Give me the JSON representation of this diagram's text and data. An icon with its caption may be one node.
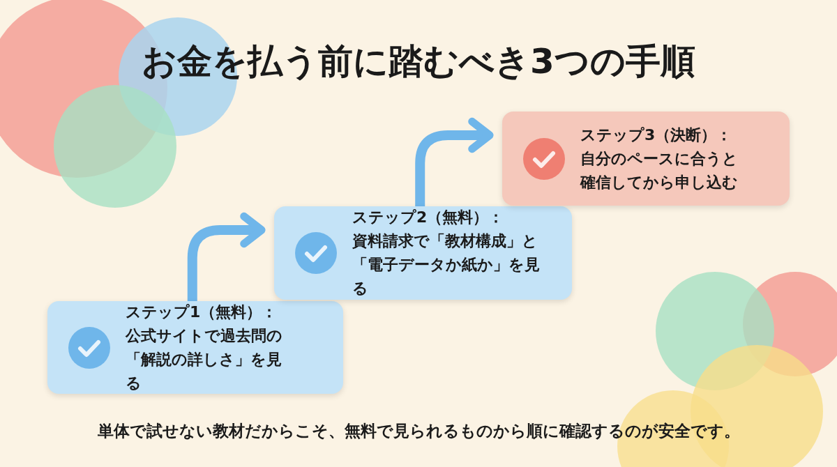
{
  "diagram": {
    "title": "お金を払う前に踏むべき3つの手順",
    "nodes": [
      {
        "text": [
          "ステップ1（無料）：",
          "公式サイトで過去問の「解説の詳しさ」を見る"
        ]
      },
      {
        "text": [
          "ステップ2（無料）：",
          "資料請求で「教材構成」と「電子データか紙か」を見る"
        ]
      },
      {
        "text": [
          "ステップ3（決断）：",
          "自分のペースに合うと確信してから申し込む"
        ]
      }
    ],
    "edges": [
      {
        "from": 0,
        "to": 1,
        "arrow": "to"
      },
      {
        "from": 1,
        "to": 2,
        "arrow": "to"
      }
    ],
    "caption": "単体で試せない教材だからこそ、無料で見られるものから順に確認するのが安全です。"
  }
}
